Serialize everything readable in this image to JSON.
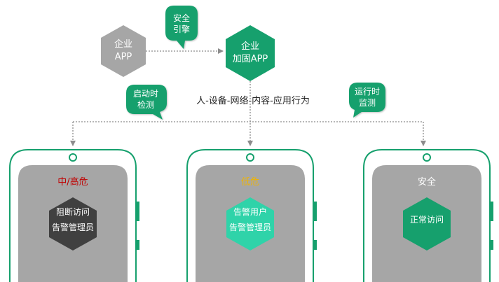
{
  "source_app": {
    "line1": "企业",
    "line2": "APP"
  },
  "hardened_app": {
    "line1": "企业",
    "line2": "加固APP"
  },
  "bubble_engine": {
    "line1": "安全",
    "line2": "引擎"
  },
  "bubble_launch": {
    "line1": "启动时",
    "line2": "检测"
  },
  "bubble_runtime": {
    "line1": "运行时",
    "line2": "监测"
  },
  "behavior_label": "人-设备-网络-内容-应用行为",
  "phones": [
    {
      "level": "中/高危",
      "level_color": "#c00000",
      "action_line1": "阻断访问",
      "action_line2": "告警管理员",
      "hex_color": "#404040"
    },
    {
      "level": "低危",
      "level_color": "#f0b400",
      "action_line1": "告警用户",
      "action_line2": "告警管理员",
      "hex_color": "#2fd3a9"
    },
    {
      "level": "安全",
      "level_color": "#ffffff",
      "action_line1": "正常访问",
      "action_line2": "",
      "hex_color": "#16a06d"
    }
  ],
  "colors": {
    "brand_green": "#16a06d",
    "phone_gray": "#a6a6a6",
    "app_gray": "#a6a6a6",
    "arrow_gray": "#8c8c8c"
  }
}
